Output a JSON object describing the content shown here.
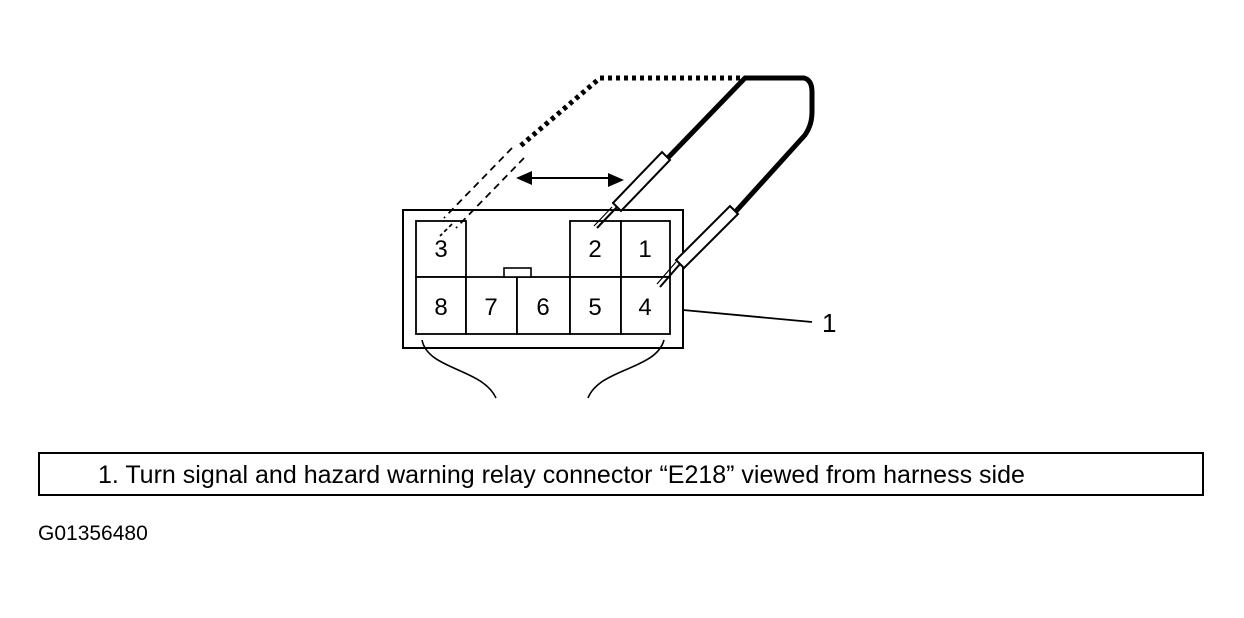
{
  "connector": {
    "top_pins": [
      "3",
      "2",
      "1"
    ],
    "bottom_pins": [
      "8",
      "7",
      "6",
      "5",
      "4"
    ]
  },
  "callout": {
    "number": "1"
  },
  "caption": {
    "text": "1.   Turn signal and hazard warning relay connector “E218” viewed from harness side"
  },
  "figure_id": "G01356480"
}
